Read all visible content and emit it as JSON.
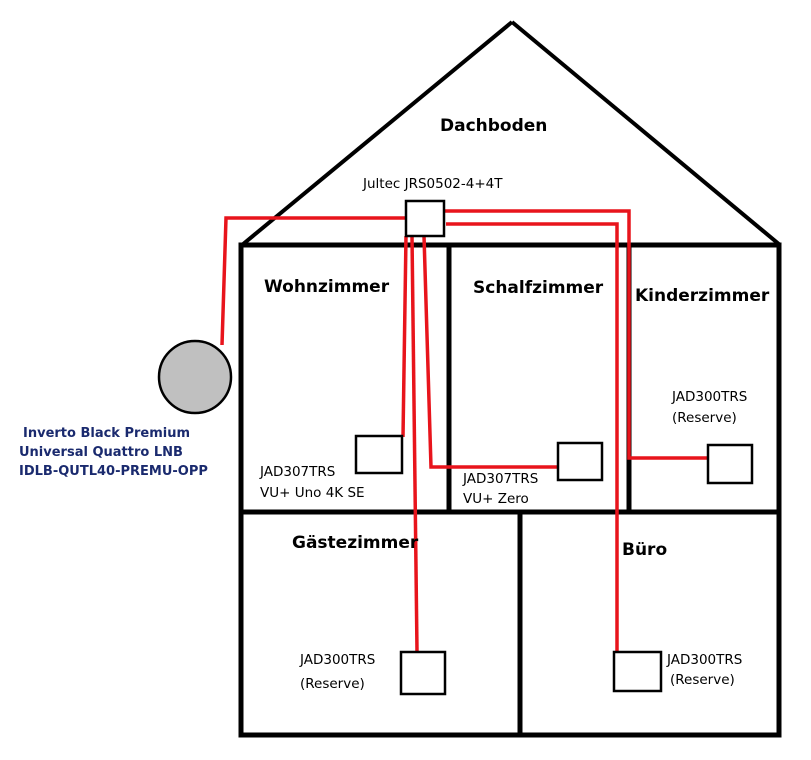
{
  "colors": {
    "wall": "#000000",
    "cable": "#e8141c",
    "lnb_dish": "#c0c0c0",
    "lnb_text": "#1a2a6e",
    "background": "#ffffff"
  },
  "rooms": {
    "dachboden": "Dachboden",
    "wohnzimmer": "Wohnzimmer",
    "schlafzimmer": "Schalfzimmer",
    "kinderzimmer": "Kinderzimmer",
    "gaestezimmer": "Gästezimmer",
    "buero": "Büro"
  },
  "multiswitch": {
    "label": "Jultec JRS0502-4+4T"
  },
  "lnb": {
    "line1": "Inverto Black Premium",
    "line2": "Universal Quattro LNB",
    "line3": "IDLB-QUTL40-PREMU-OPP"
  },
  "sockets": {
    "wohnzimmer": {
      "model": "JAD307TRS",
      "device": "VU+ Uno 4K SE"
    },
    "schlafzimmer": {
      "model": "JAD307TRS",
      "device": "VU+ Zero"
    },
    "kinderzimmer": {
      "model": "JAD300TRS",
      "device": "(Reserve)"
    },
    "gaestezimmer": {
      "model": "JAD300TRS",
      "device": "(Reserve)"
    },
    "buero": {
      "model": "JAD300TRS",
      "device": "(Reserve)"
    }
  }
}
